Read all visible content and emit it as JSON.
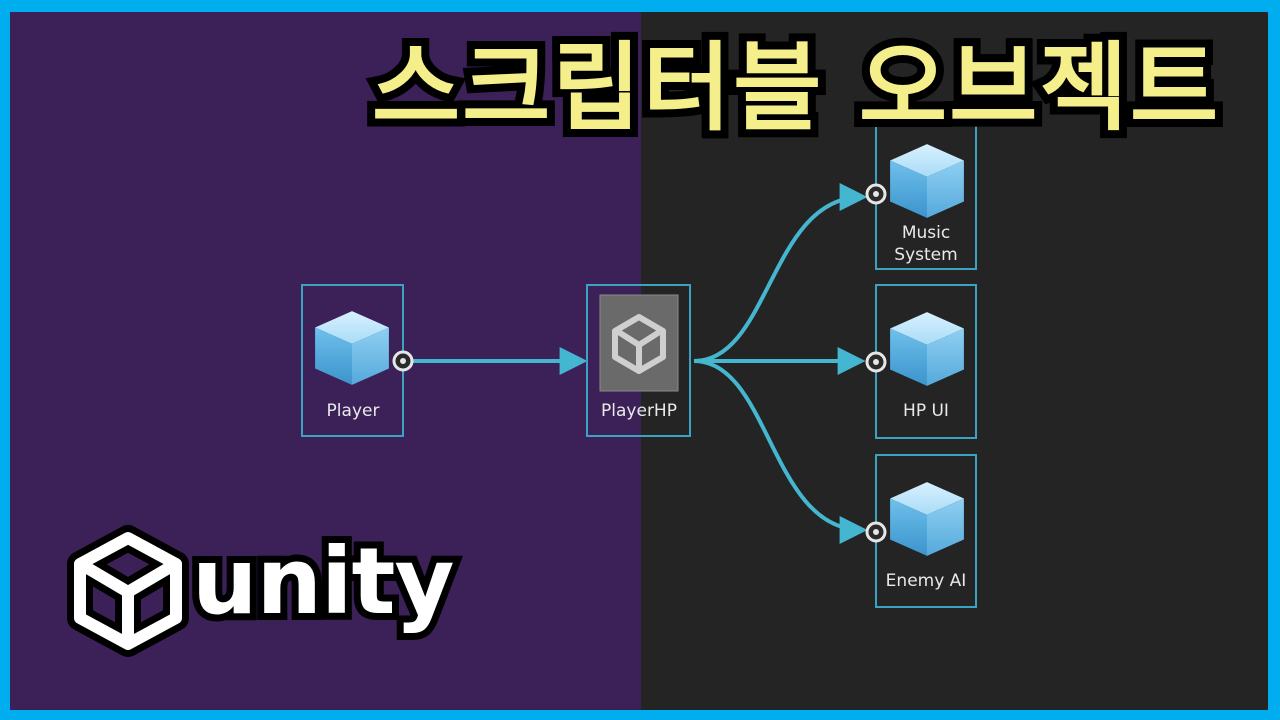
{
  "title": "스크립터블 오브젝트",
  "logo": {
    "wordmark": "unity",
    "icon": "unity-cube-icon"
  },
  "colors": {
    "left_background": "#3b2158",
    "right_background": "#242424",
    "frame_border": "#00aeef",
    "accent": "#45b6cf",
    "title_fill": "#f4ef8a"
  },
  "nodes": [
    {
      "id": "player",
      "label": "Player",
      "icon": "cube-icon"
    },
    {
      "id": "player_hp",
      "label": "PlayerHP",
      "icon": "unity-logo-icon"
    },
    {
      "id": "music_system",
      "label_line1": "Music",
      "label_line2": "System",
      "icon": "cube-icon"
    },
    {
      "id": "hp_ui",
      "label": "HP UI",
      "icon": "cube-icon"
    },
    {
      "id": "enemy_ai",
      "label": "Enemy AI",
      "icon": "cube-icon"
    }
  ],
  "edges": [
    {
      "from": "player",
      "to": "player_hp"
    },
    {
      "from": "player_hp",
      "to": "music_system"
    },
    {
      "from": "player_hp",
      "to": "hp_ui"
    },
    {
      "from": "player_hp",
      "to": "enemy_ai"
    }
  ]
}
